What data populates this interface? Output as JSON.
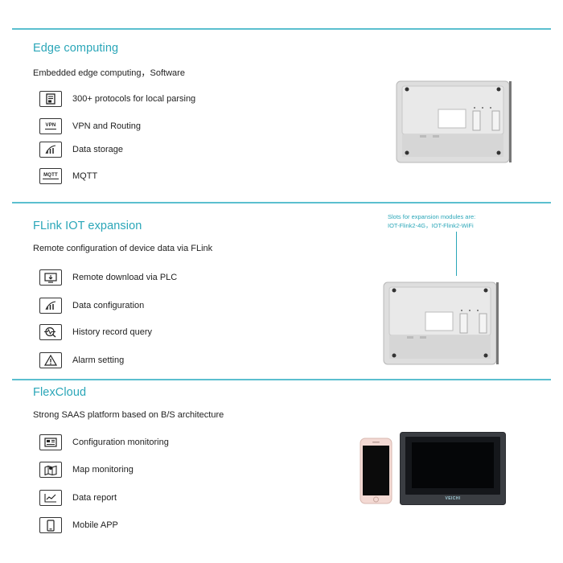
{
  "sections": [
    {
      "title": "Edge computing",
      "subtitle": "Embedded edge computing，Software",
      "features": [
        {
          "label": "300+ protocols for local parsing",
          "icon": "document-icon"
        },
        {
          "label": "VPN and Routing",
          "icon": "vpn-icon",
          "icon_text": "VPN"
        },
        {
          "label": "Data storage",
          "icon": "bar-chart-icon"
        },
        {
          "label": "MQTT",
          "icon": "mqtt-icon",
          "icon_text": "MQTT"
        }
      ]
    },
    {
      "title": "FLink IOT expansion",
      "subtitle": "Remote configuration of device data via FLink",
      "features": [
        {
          "label": "Remote download via PLC",
          "icon": "monitor-download-icon"
        },
        {
          "label": "Data configuration",
          "icon": "bar-chart-icon"
        },
        {
          "label": "History record query",
          "icon": "magnifier-pulse-icon"
        },
        {
          "label": "Alarm setting",
          "icon": "warning-icon"
        }
      ],
      "callout": {
        "line1": "Slots for expansion modules are:",
        "line2": "IOT-Flink2-4G，IOT-Flink2-WiFi"
      }
    },
    {
      "title": "FlexCloud",
      "subtitle": "Strong SAAS platform based on B/S architecture",
      "features": [
        {
          "label": "Configuration monitoring",
          "icon": "dashboard-icon"
        },
        {
          "label": "Map monitoring",
          "icon": "map-icon"
        },
        {
          "label": "Data report",
          "icon": "line-chart-icon"
        },
        {
          "label": "Mobile APP",
          "icon": "phone-icon"
        }
      ],
      "hmi_brand": "VEICHI"
    }
  ],
  "colors": {
    "accent": "#2aa6b8",
    "divider": "#5bbfcf",
    "text": "#222222"
  }
}
